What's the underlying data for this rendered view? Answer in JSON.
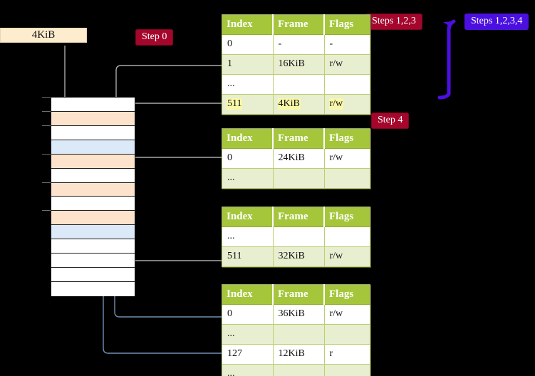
{
  "diagram": {
    "title_badges": [
      {
        "id": "step0",
        "label": "Step 0",
        "color": "#a4062c"
      },
      {
        "id": "steps123",
        "label": "Steps 1,2,3",
        "color": "#a4062c"
      },
      {
        "id": "steps1234",
        "label": "Steps 1,2,3,4",
        "color": "#4b10e0"
      },
      {
        "id": "step4",
        "label": "Step 4",
        "color": "#a4062c"
      }
    ],
    "source_box": {
      "label": "4KiB",
      "fill": "#fdeccd"
    },
    "colors": {
      "table_header": "#a5c63b",
      "table_alt_row": "#e8eed0",
      "highlight": "#f8f8a8",
      "mem_peach": "#fde3cc",
      "mem_blue": "#dce9f8",
      "wire_gray": "#a9a9a9",
      "wire_blue": "#6f8fb5",
      "arrow_violet": "#4b10e0"
    },
    "tables": [
      {
        "id": "level0-table",
        "headers": [
          "Index",
          "Frame",
          "Flags"
        ],
        "rows": [
          {
            "cells": [
              "0",
              "-",
              "-"
            ],
            "alt": false,
            "highlight": false
          },
          {
            "cells": [
              "1",
              "16KiB",
              "r/w"
            ],
            "alt": true,
            "highlight": false
          },
          {
            "cells": [
              "...",
              "",
              ""
            ],
            "alt": false,
            "highlight": false
          },
          {
            "cells": [
              "511",
              "4KiB",
              "r/w"
            ],
            "alt": true,
            "highlight": true
          }
        ]
      },
      {
        "id": "level1-table",
        "headers": [
          "Index",
          "Frame",
          "Flags"
        ],
        "rows": [
          {
            "cells": [
              "0",
              "24KiB",
              "r/w"
            ],
            "alt": false,
            "highlight": false
          },
          {
            "cells": [
              "...",
              "",
              ""
            ],
            "alt": true,
            "highlight": false
          }
        ]
      },
      {
        "id": "level2-table",
        "headers": [
          "Index",
          "Frame",
          "Flags"
        ],
        "rows": [
          {
            "cells": [
              "...",
              "",
              ""
            ],
            "alt": false,
            "highlight": false
          },
          {
            "cells": [
              "511",
              "32KiB",
              "r/w"
            ],
            "alt": true,
            "highlight": false
          }
        ]
      },
      {
        "id": "level3-table",
        "headers": [
          "Index",
          "Frame",
          "Flags"
        ],
        "rows": [
          {
            "cells": [
              "0",
              "36KiB",
              "r/w"
            ],
            "alt": false,
            "highlight": false
          },
          {
            "cells": [
              "...",
              "",
              ""
            ],
            "alt": true,
            "highlight": false
          },
          {
            "cells": [
              "127",
              "12KiB",
              "r"
            ],
            "alt": false,
            "highlight": false
          },
          {
            "cells": [
              "...",
              "",
              ""
            ],
            "alt": true,
            "highlight": false
          }
        ]
      }
    ],
    "memory_rows": [
      {
        "index": 0,
        "fill": "white",
        "tick": true
      },
      {
        "index": 1,
        "fill": "peach",
        "tick": true
      },
      {
        "index": 2,
        "fill": "white",
        "tick": true
      },
      {
        "index": 3,
        "fill": "blue",
        "tick": false
      },
      {
        "index": 4,
        "fill": "peach",
        "tick": true
      },
      {
        "index": 5,
        "fill": "white",
        "tick": false
      },
      {
        "index": 6,
        "fill": "peach",
        "tick": true
      },
      {
        "index": 7,
        "fill": "white",
        "tick": false
      },
      {
        "index": 8,
        "fill": "peach",
        "tick": true
      },
      {
        "index": 9,
        "fill": "blue",
        "tick": false
      },
      {
        "index": 10,
        "fill": "white",
        "tick": false
      },
      {
        "index": 11,
        "fill": "white",
        "tick": false
      },
      {
        "index": 12,
        "fill": "white",
        "tick": false
      },
      {
        "index": 13,
        "fill": "white",
        "tick": false
      }
    ]
  }
}
